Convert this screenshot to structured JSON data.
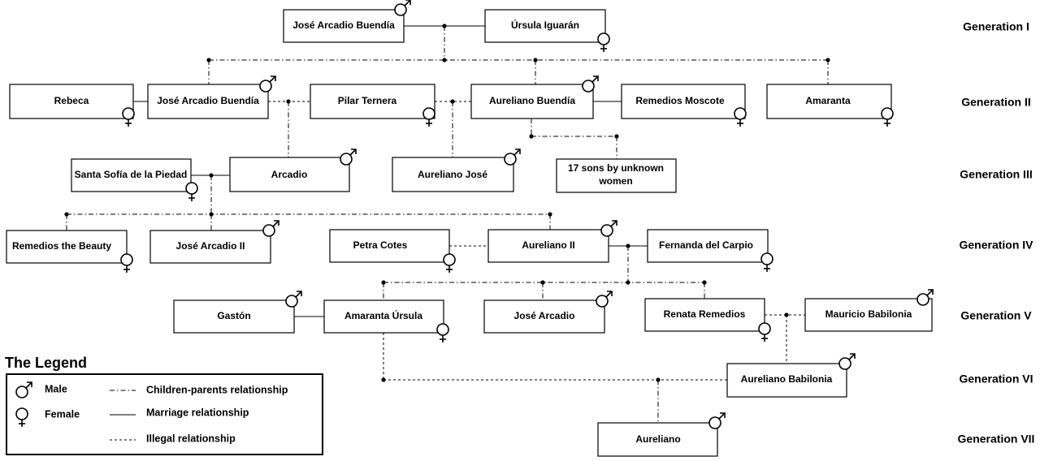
{
  "people": {
    "jose_arcadio_buendia_1": "José Arcadio Buendía",
    "ursula": "Úrsula Iguarán",
    "rebeca": "Rebeca",
    "jose_arcadio_buendia_2": "José Arcadio Buendía",
    "pilar": "Pilar Ternera",
    "aureliano_buendia": "Aureliano Buendía",
    "remedios_moscote": "Remedios Moscote",
    "amaranta": "Amaranta",
    "santa_sofia": "Santa Sofía de la Piedad",
    "arcadio": "Arcadio",
    "aureliano_jose": "Aureliano José",
    "seventeen_sons_1": "17 sons by unknown",
    "seventeen_sons_2": "women",
    "remedios_beauty": "Remedios the Beauty",
    "jose_arcadio_ii": "José Arcadio II",
    "petra": "Petra Cotes",
    "aureliano_ii": "Aureliano II",
    "fernanda": "Fernanda del Carpio",
    "gaston": "Gastón",
    "amaranta_ursula": "Amaranta Úrsula",
    "jose_arcadio": "José Arcadio",
    "renata": "Renata Remedios",
    "mauricio": "Mauricio Babilonia",
    "aureliano_babilonia": "Aureliano Babilonia",
    "aureliano": "Aureliano"
  },
  "generations": [
    "Generation I",
    "Generation II",
    "Generation III",
    "Generation IV",
    "Generation V",
    "Generation VI",
    "Generation VII"
  ],
  "legend": {
    "title": "The Legend",
    "male": "Male",
    "female": "Female",
    "children": "Children-parents relationship",
    "marriage": "Marriage relationship",
    "illegal": "Illegal relationship"
  }
}
